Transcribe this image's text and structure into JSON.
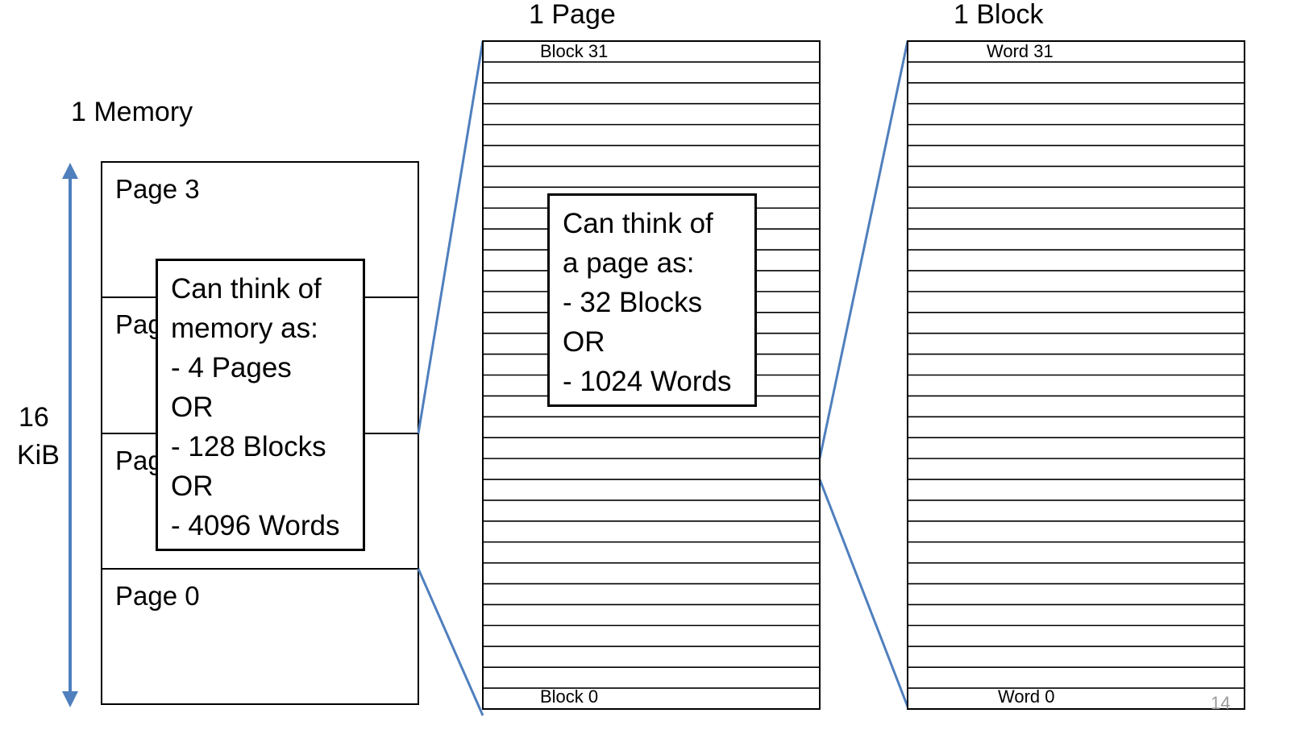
{
  "memory": {
    "title": "1 Memory",
    "size_label_line1": "16",
    "size_label_line2": "KiB",
    "pages": [
      "Page 3",
      "Pag",
      "Pag",
      "Page 0"
    ],
    "callout": [
      "Can think of",
      "memory as:",
      "- 4 Pages",
      "OR",
      "- 128 Blocks",
      "OR",
      "- 4096 Words"
    ]
  },
  "page": {
    "title": "1 Page",
    "row_count": 32,
    "top_label": "Block 31",
    "bottom_label": "Block 0",
    "callout": [
      "Can think of",
      "a page as:",
      "- 32 Blocks",
      "OR",
      "- 1024 Words"
    ]
  },
  "block": {
    "title": "1 Block",
    "row_count": 32,
    "top_label": "Word 31",
    "bottom_label": "Word 0"
  },
  "slide_number": "14",
  "colors": {
    "connector": "#4f7fbd",
    "text": "#000000",
    "slide_number": "#999999"
  },
  "icons": {
    "size_arrow": "double-headed-vertical-arrow-icon"
  }
}
